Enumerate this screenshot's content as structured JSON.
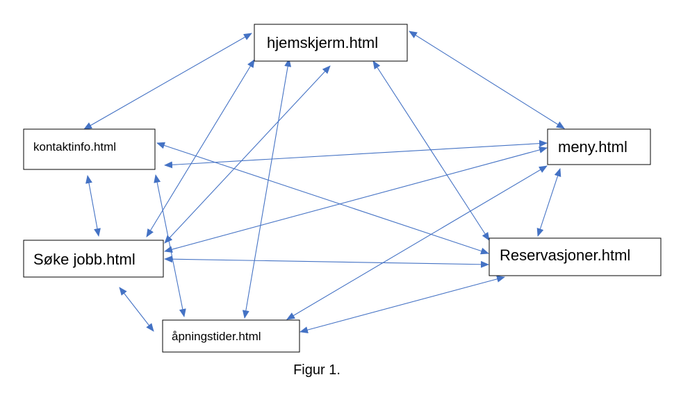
{
  "colors": {
    "arrow": "#4472c4",
    "box_border": "#000000",
    "box_fill": "#ffffff",
    "text": "#000000"
  },
  "nodes": [
    {
      "id": "hjemskjerm",
      "label": "hjemskjerm.html"
    },
    {
      "id": "kontaktinfo",
      "label": "kontaktinfo.html"
    },
    {
      "id": "meny",
      "label": "meny.html"
    },
    {
      "id": "soke_jobb",
      "label": "Søke jobb.html"
    },
    {
      "id": "reservasjoner",
      "label": "Reservasjoner.html"
    },
    {
      "id": "apningstider",
      "label": "åpningstider.html"
    }
  ],
  "edges": [
    {
      "from": "hjemskjerm",
      "to": "kontaktinfo",
      "bidirectional": true
    },
    {
      "from": "hjemskjerm",
      "to": "meny",
      "bidirectional": true
    },
    {
      "from": "hjemskjerm",
      "to": "soke_jobb",
      "bidirectional": true
    },
    {
      "from": "hjemskjerm",
      "to": "apningstider",
      "bidirectional": true
    },
    {
      "from": "hjemskjerm",
      "to": "reservasjoner",
      "bidirectional": true
    },
    {
      "from": "hjemskjerm",
      "to": "soke_jobb",
      "bidirectional": true
    },
    {
      "from": "kontaktinfo",
      "to": "meny",
      "bidirectional": true
    },
    {
      "from": "kontaktinfo",
      "to": "reservasjoner",
      "bidirectional": true
    },
    {
      "from": "kontaktinfo",
      "to": "soke_jobb",
      "bidirectional": true
    },
    {
      "from": "kontaktinfo",
      "to": "apningstider",
      "bidirectional": true
    },
    {
      "from": "soke_jobb",
      "to": "meny",
      "bidirectional": true
    },
    {
      "from": "soke_jobb",
      "to": "reservasjoner",
      "bidirectional": true
    },
    {
      "from": "soke_jobb",
      "to": "apningstider",
      "bidirectional": true
    },
    {
      "from": "meny",
      "to": "apningstider",
      "bidirectional": true
    },
    {
      "from": "meny",
      "to": "reservasjoner",
      "bidirectional": true
    },
    {
      "from": "reservasjoner",
      "to": "apningstider",
      "bidirectional": true
    }
  ],
  "caption": "Figur 1."
}
